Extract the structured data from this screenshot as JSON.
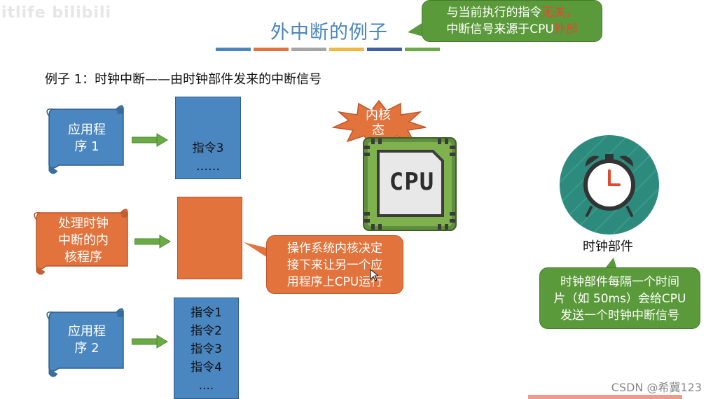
{
  "watermark": "itlife bilibili",
  "title": "外中断的例子",
  "top_callout": {
    "line1": "与当前执行的指令",
    "line1_red": "无关，",
    "line2": "中断信号来源于CPU",
    "line2_red": "外部"
  },
  "subtitle": "例子 1：时钟中断——由时钟部件发来的中断信号",
  "scroll_app1": {
    "line1": "应用程",
    "line2": "序 1"
  },
  "scroll_handler": {
    "line1": "处理时钟",
    "line2": "中断的内",
    "line3": "核程序"
  },
  "scroll_app2": {
    "line1": "应用程",
    "line2": "序 2"
  },
  "box1": {
    "l1": "指令3",
    "l2": "……"
  },
  "box3": {
    "l1": "指令1",
    "l2": "指令2",
    "l3": "指令3",
    "l4": "指令4",
    "l5": "...."
  },
  "kernel_burst": {
    "line1": "内核",
    "line2": "态"
  },
  "cpu_label": "CPU",
  "os_callout": {
    "line1": "操作系统内核决定",
    "line2": "接下来让另一个应",
    "line3": "用程序上CPU运行"
  },
  "clock_caption": "时钟部件",
  "clock_callout": {
    "line1": "时钟部件每隔一个时间",
    "line2": "片（如 50ms）会给CPU",
    "line3": "发送一个时钟中断信号"
  },
  "csdn": "CSDN @希冀123",
  "colors": {
    "blue": "#4a86c0",
    "orange": "#e2733d",
    "green": "#5a9a3a",
    "teal": "#2d8b7e"
  }
}
